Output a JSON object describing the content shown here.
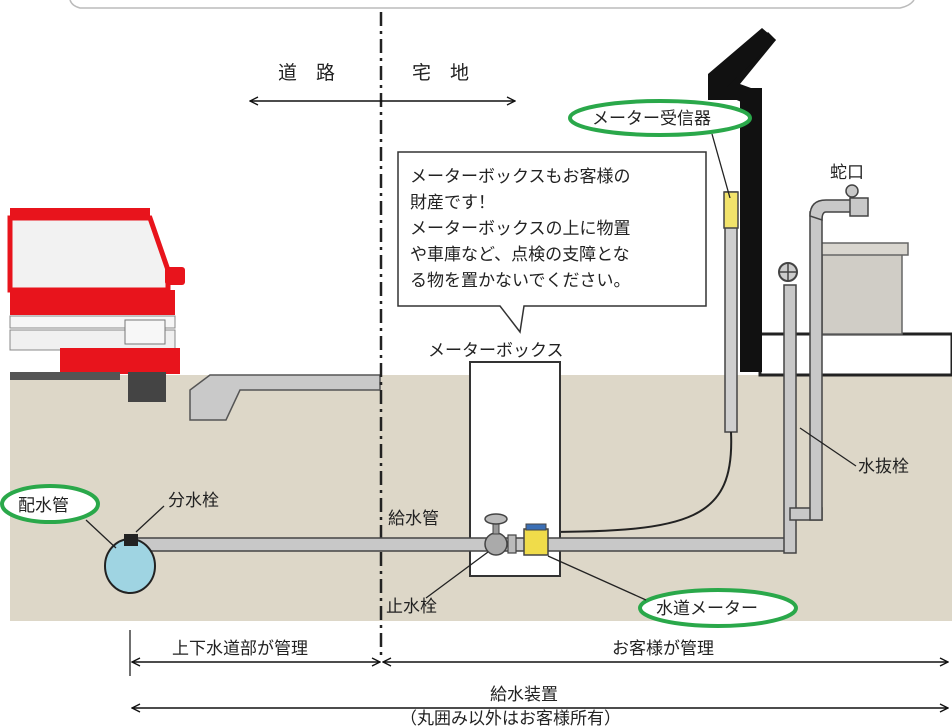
{
  "zones": {
    "road": "道　路",
    "property": "宅　地"
  },
  "notice": {
    "lines": [
      "メーターボックスもお客様の",
      "財産です！",
      "メーターボックスの上に物置",
      "や車庫など、点検の支障とな",
      "る物を置かないでください。"
    ]
  },
  "labels": {
    "meter_receiver": "メーター受信器",
    "faucet": "蛇口",
    "meter_box": "メーターボックス",
    "drain_valve": "水抜栓",
    "distribution_main": "配水管",
    "branch_valve": "分水栓",
    "service_pipe": "給水管",
    "stop_valve": "止水栓",
    "water_meter": "水道メーター"
  },
  "management": {
    "city": "上下水道部が管理",
    "customer": "お客様が管理"
  },
  "equipment": {
    "title": "給水装置",
    "note": "（丸囲み以外はお客様所有）"
  },
  "colors": {
    "ground": "#ddd7c8",
    "highlight_ring": "#2aa84a",
    "car_red": "#e8141c",
    "pipe": "#c8c8c8",
    "main_pipe": "#9fd4e2"
  }
}
